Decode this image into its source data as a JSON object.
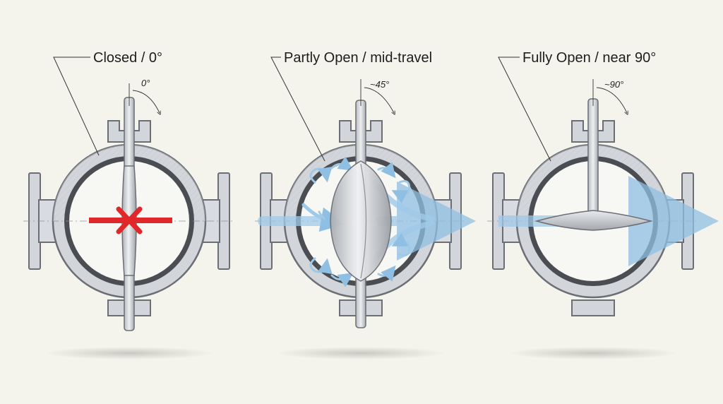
{
  "valves": [
    {
      "id": "closed",
      "label": "Closed / 0°",
      "angle_label": "0°",
      "disc_state": "closed",
      "flow": "blocked"
    },
    {
      "id": "partly-open",
      "label": "Partly Open / mid-travel",
      "angle_label": "~45°",
      "disc_state": "partial",
      "flow": "turbulent"
    },
    {
      "id": "fully-open",
      "label": "Fully Open / near 90°",
      "angle_label": "~90°",
      "disc_state": "open",
      "flow": "straight"
    }
  ],
  "colors": {
    "background": "#f5f4ec",
    "body_fill": "#d2d5da",
    "body_stroke": "#6b6f75",
    "seat_ring": "#4a4d52",
    "flow_arrow": "#9ec9e8",
    "blocked_mark": "#e0282b"
  }
}
